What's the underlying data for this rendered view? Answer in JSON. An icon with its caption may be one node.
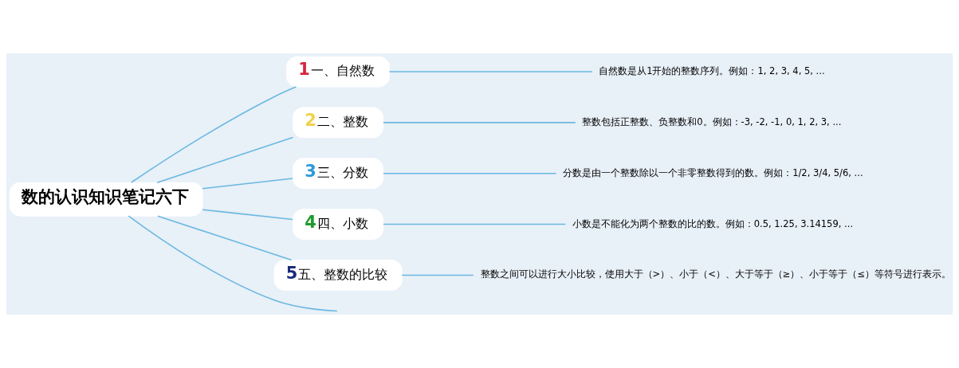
{
  "diagram": {
    "nodes": [
      {
        "text": [
          "数的认识知识笔记六下"
        ]
      },
      {
        "text": [
          "1",
          "一、自然数"
        ]
      },
      {
        "text": [
          "自然数是从1开始的整数序列。例如：1, 2, 3, 4, 5, ..."
        ]
      },
      {
        "text": [
          "2",
          "二、整数"
        ]
      },
      {
        "text": [
          "整数包括正整数、负整数和0。例如：-3, -2, -1, 0, 1, 2, 3, ..."
        ]
      },
      {
        "text": [
          "3",
          "三、分数"
        ]
      },
      {
        "text": [
          "分数是由一个整数除以一个非零整数得到的数。例如：1/2, 3/4, 5/6, ..."
        ]
      },
      {
        "text": [
          "4",
          "四、小数"
        ]
      },
      {
        "text": [
          "小数是不能化为两个整数的比的数。例如：0.5, 1.25, 3.14159, ..."
        ]
      },
      {
        "text": [
          "5",
          "五、整数的比较"
        ]
      },
      {
        "text": [
          "整数之间可以进行大小比较，使用大于（>）、小于（<）、大于等于（≥）、小于等于（≤）等符号进行表示。"
        ]
      }
    ],
    "edges": [
      {
        "from": 0,
        "to": 1,
        "arrow": "none"
      },
      {
        "from": 1,
        "to": 2,
        "arrow": "none"
      },
      {
        "from": 0,
        "to": 3,
        "arrow": "none"
      },
      {
        "from": 3,
        "to": 4,
        "arrow": "none"
      },
      {
        "from": 0,
        "to": 5,
        "arrow": "none"
      },
      {
        "from": 5,
        "to": 6,
        "arrow": "none"
      },
      {
        "from": 0,
        "to": 7,
        "arrow": "none"
      },
      {
        "from": 7,
        "to": 8,
        "arrow": "none"
      },
      {
        "from": 0,
        "to": 9,
        "arrow": "none"
      },
      {
        "from": 9,
        "to": 10,
        "arrow": "none"
      },
      {
        "from": 0,
        "to": null,
        "arrow": "none"
      }
    ]
  }
}
